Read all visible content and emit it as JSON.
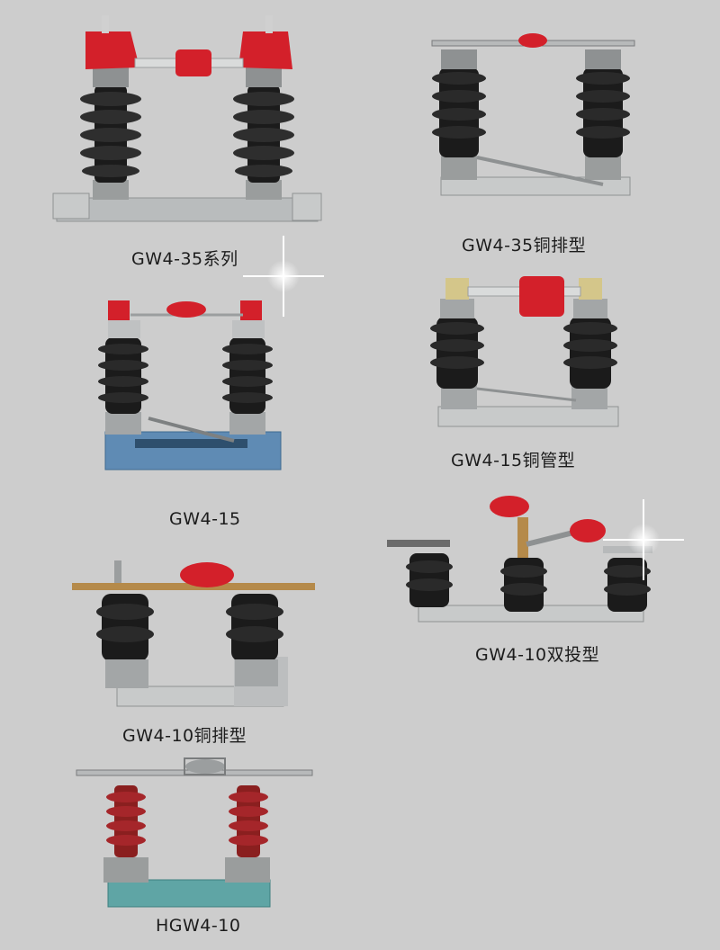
{
  "products": [
    {
      "id": "gw4-35-series",
      "caption": "GW4-35系列"
    },
    {
      "id": "gw4-35-copper-bar",
      "caption": "GW4-35铜排型"
    },
    {
      "id": "gw4-15",
      "caption": "GW4-15"
    },
    {
      "id": "gw4-15-copper-tube",
      "caption": "GW4-15铜管型"
    },
    {
      "id": "gw4-10-copper-bar",
      "caption": "GW4-10铜排型"
    },
    {
      "id": "gw4-10-double-throw",
      "caption": "GW4-10双投型"
    },
    {
      "id": "hgw4-10",
      "caption": "HGW4-10"
    }
  ],
  "colors": {
    "background": "#cdcdcd",
    "insulator_black": "#1b1b1b",
    "insulator_red": "#8a1f1f",
    "cap_red": "#d3202a",
    "base_blue": "#5f8bb4",
    "base_teal": "#5fa5a5",
    "metal_gray": "#b9bcbd"
  }
}
